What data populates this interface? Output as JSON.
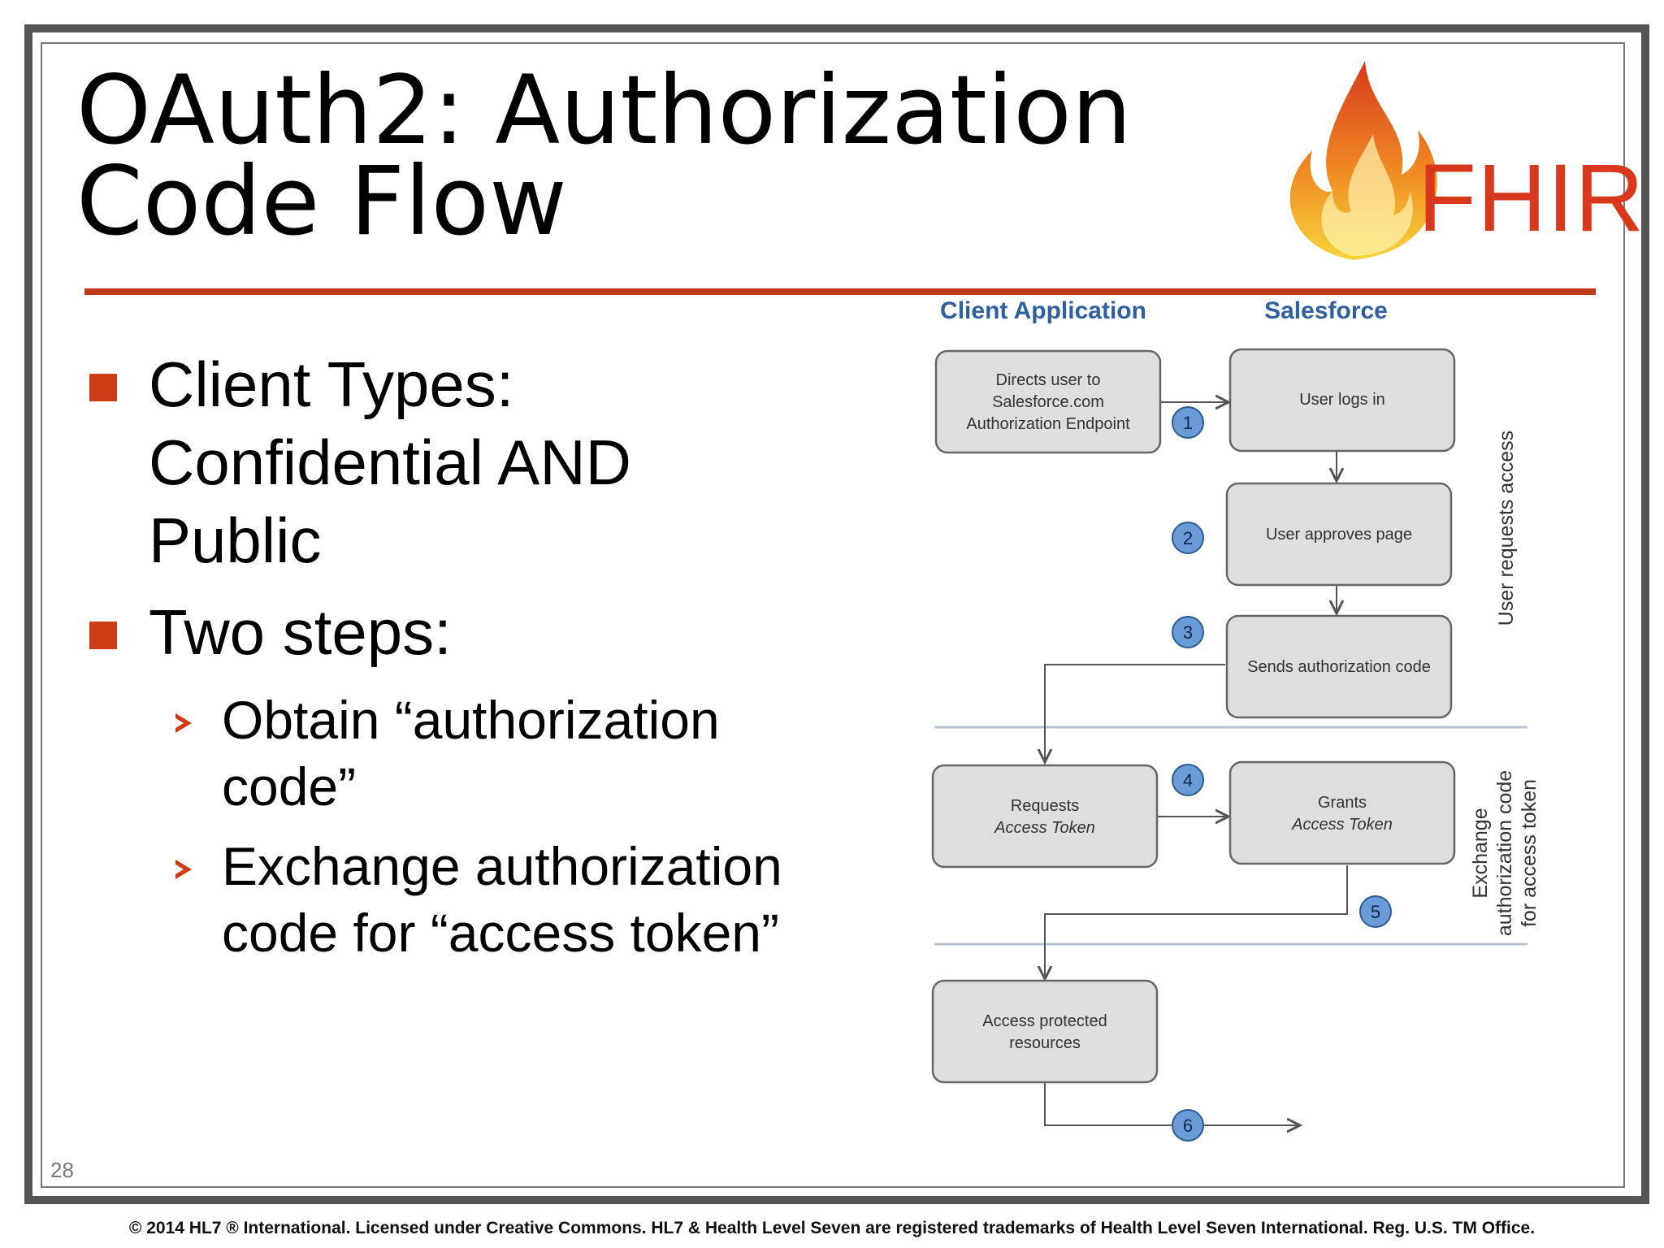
{
  "slide": {
    "title_lines": [
      "OAuth2: Authorization",
      "Code Flow"
    ],
    "logo_text": "FHIR",
    "slide_number": "28",
    "footer": "© 2014 HL7 ® International. Licensed under Creative Commons. HL7 & Health Level Seven are registered trademarks of Health Level Seven International. Reg. U.S. TM Office."
  },
  "bullets": [
    {
      "text": "Client Types:\nConfidential AND\nPublic"
    },
    {
      "text": "Two steps:"
    }
  ],
  "sub_bullets": [
    {
      "text": "Obtain “authorization\ncode”"
    },
    {
      "text": "Exchange authorization\ncode for “access token”"
    }
  ],
  "diagram": {
    "columns": {
      "client": "Client Application",
      "server": "Salesforce"
    },
    "boxes": {
      "directs": [
        "Directs user to",
        "Salesforce.com",
        "Authorization Endpoint"
      ],
      "logs_in": [
        "User logs in"
      ],
      "approves": [
        "User approves page"
      ],
      "sends_code": [
        "Sends authorization code"
      ],
      "requests_token": [
        "Requests",
        "Access Token"
      ],
      "grants_token": [
        "Grants",
        "Access Token"
      ],
      "access_resources": [
        "Access protected",
        "resources"
      ]
    },
    "steps": [
      "1",
      "2",
      "3",
      "4",
      "5",
      "6"
    ],
    "side_labels": {
      "section1": [
        "User requests access"
      ],
      "section2": [
        "Exchange",
        "authorization code",
        "for access token"
      ]
    }
  },
  "colors": {
    "accent": "#cc3d15",
    "rule": "#c0391b",
    "diagram_heading": "#2f5f9e",
    "step_circle": "#6b9bd6"
  }
}
